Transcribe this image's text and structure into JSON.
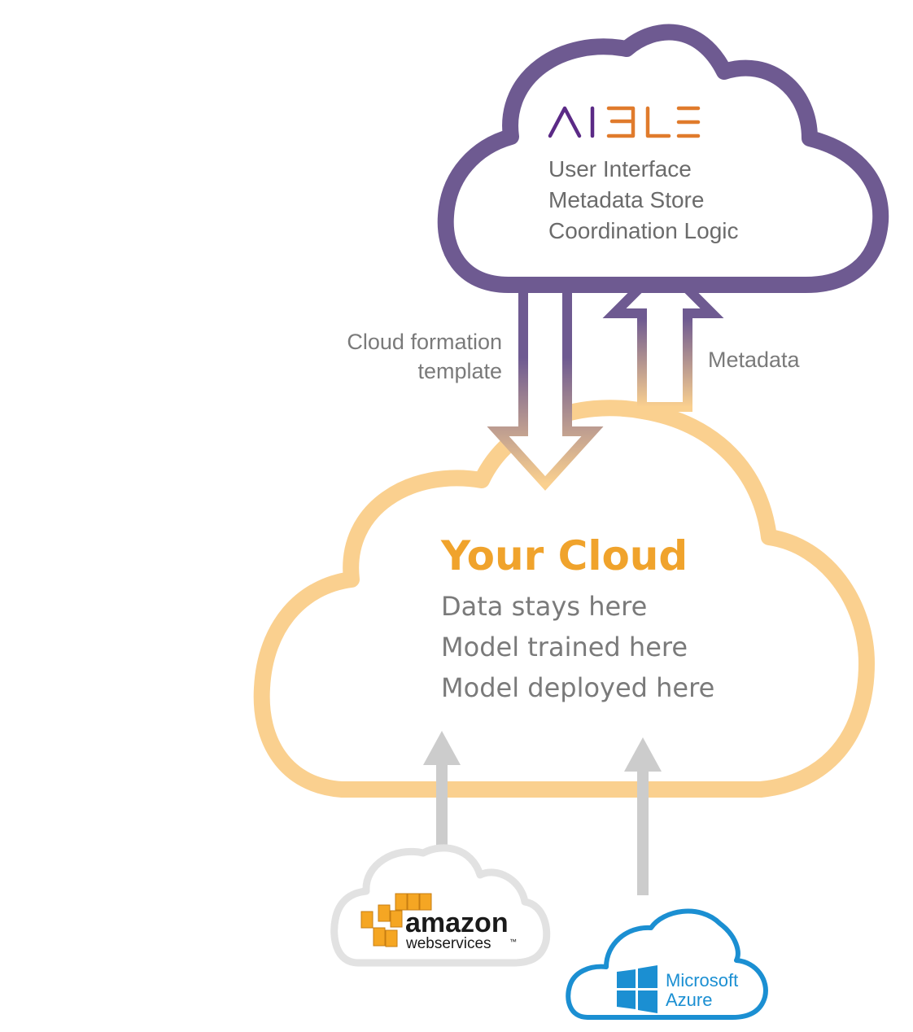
{
  "aible_cloud": {
    "brand": {
      "left": "AI",
      "right": "BLE"
    },
    "lines": [
      "User Interface",
      "Metadata Store",
      "Coordination Logic"
    ],
    "outline_color": "#6e5a91",
    "brand_colors": {
      "purple": "#5b2a86",
      "orange": "#e07b2c"
    }
  },
  "flows": {
    "down_label_lines": [
      "Cloud formation",
      "template"
    ],
    "up_label": "Metadata"
  },
  "your_cloud": {
    "title": "Your Cloud",
    "lines": [
      "Data stays here",
      "Model trained here",
      "Model deployed here"
    ],
    "outline_color": "#fad08f",
    "title_color": "#f0a32c"
  },
  "providers": {
    "aws": {
      "name": "amazon",
      "sub": "webservices",
      "tm": "™",
      "box_color": "#f5a623",
      "cloud_color": "#e2e2e2"
    },
    "azure": {
      "line1": "Microsoft",
      "line2": "Azure",
      "color": "#1b8fd2"
    }
  },
  "arrow_color": "#cccccc"
}
